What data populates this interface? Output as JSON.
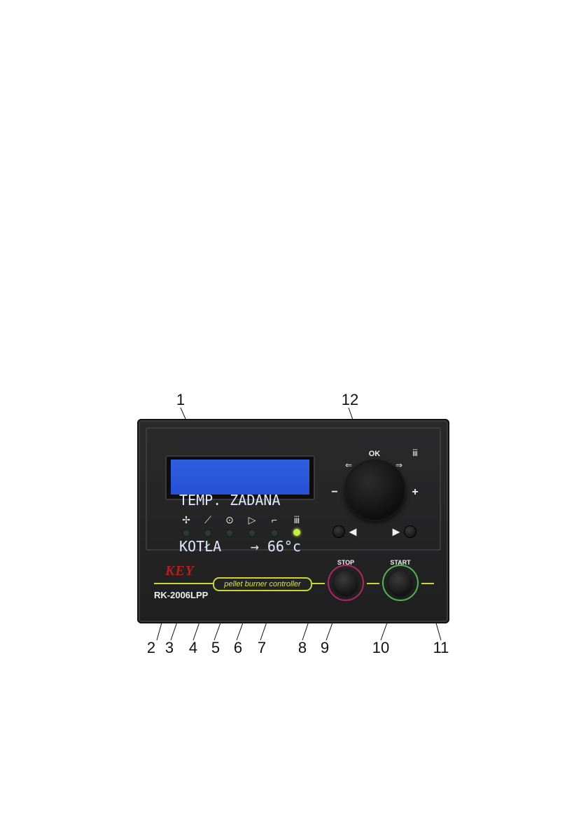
{
  "callouts": [
    "1",
    "2",
    "3",
    "4",
    "5",
    "6",
    "7",
    "8",
    "9",
    "10",
    "11",
    "12"
  ],
  "lcd": {
    "line1": "TEMP. ZADANA",
    "line2_left": "KOTŁA",
    "line2_right": "→ 66°c"
  },
  "indicators": [
    {
      "icon": "fan-icon",
      "glyph": "✢",
      "lit": false
    },
    {
      "icon": "feeder-icon",
      "glyph": "⟋",
      "lit": false
    },
    {
      "icon": "heater-icon",
      "glyph": "⊙",
      "lit": false
    },
    {
      "icon": "pump-icon",
      "glyph": "▷",
      "lit": false
    },
    {
      "icon": "tap-water-icon",
      "glyph": "⌐",
      "lit": false
    },
    {
      "icon": "radiator-icon",
      "glyph": "ⅲ",
      "lit": true
    }
  ],
  "knob": {
    "ok_label": "OK",
    "minus": "−",
    "plus": "+"
  },
  "brand": {
    "logo": "KEY",
    "model": "RK-2006LPP",
    "tagline": "pellet burner controller"
  },
  "buttons": {
    "stop_label": "STOP",
    "start_label": "START"
  },
  "colors": {
    "lcd": "#2650d6",
    "led_on": "#c8ef3e",
    "stop_ring": "#b3265e",
    "start_ring": "#52b452",
    "accent_band": "#c8d63a",
    "brand": "#b02020"
  }
}
